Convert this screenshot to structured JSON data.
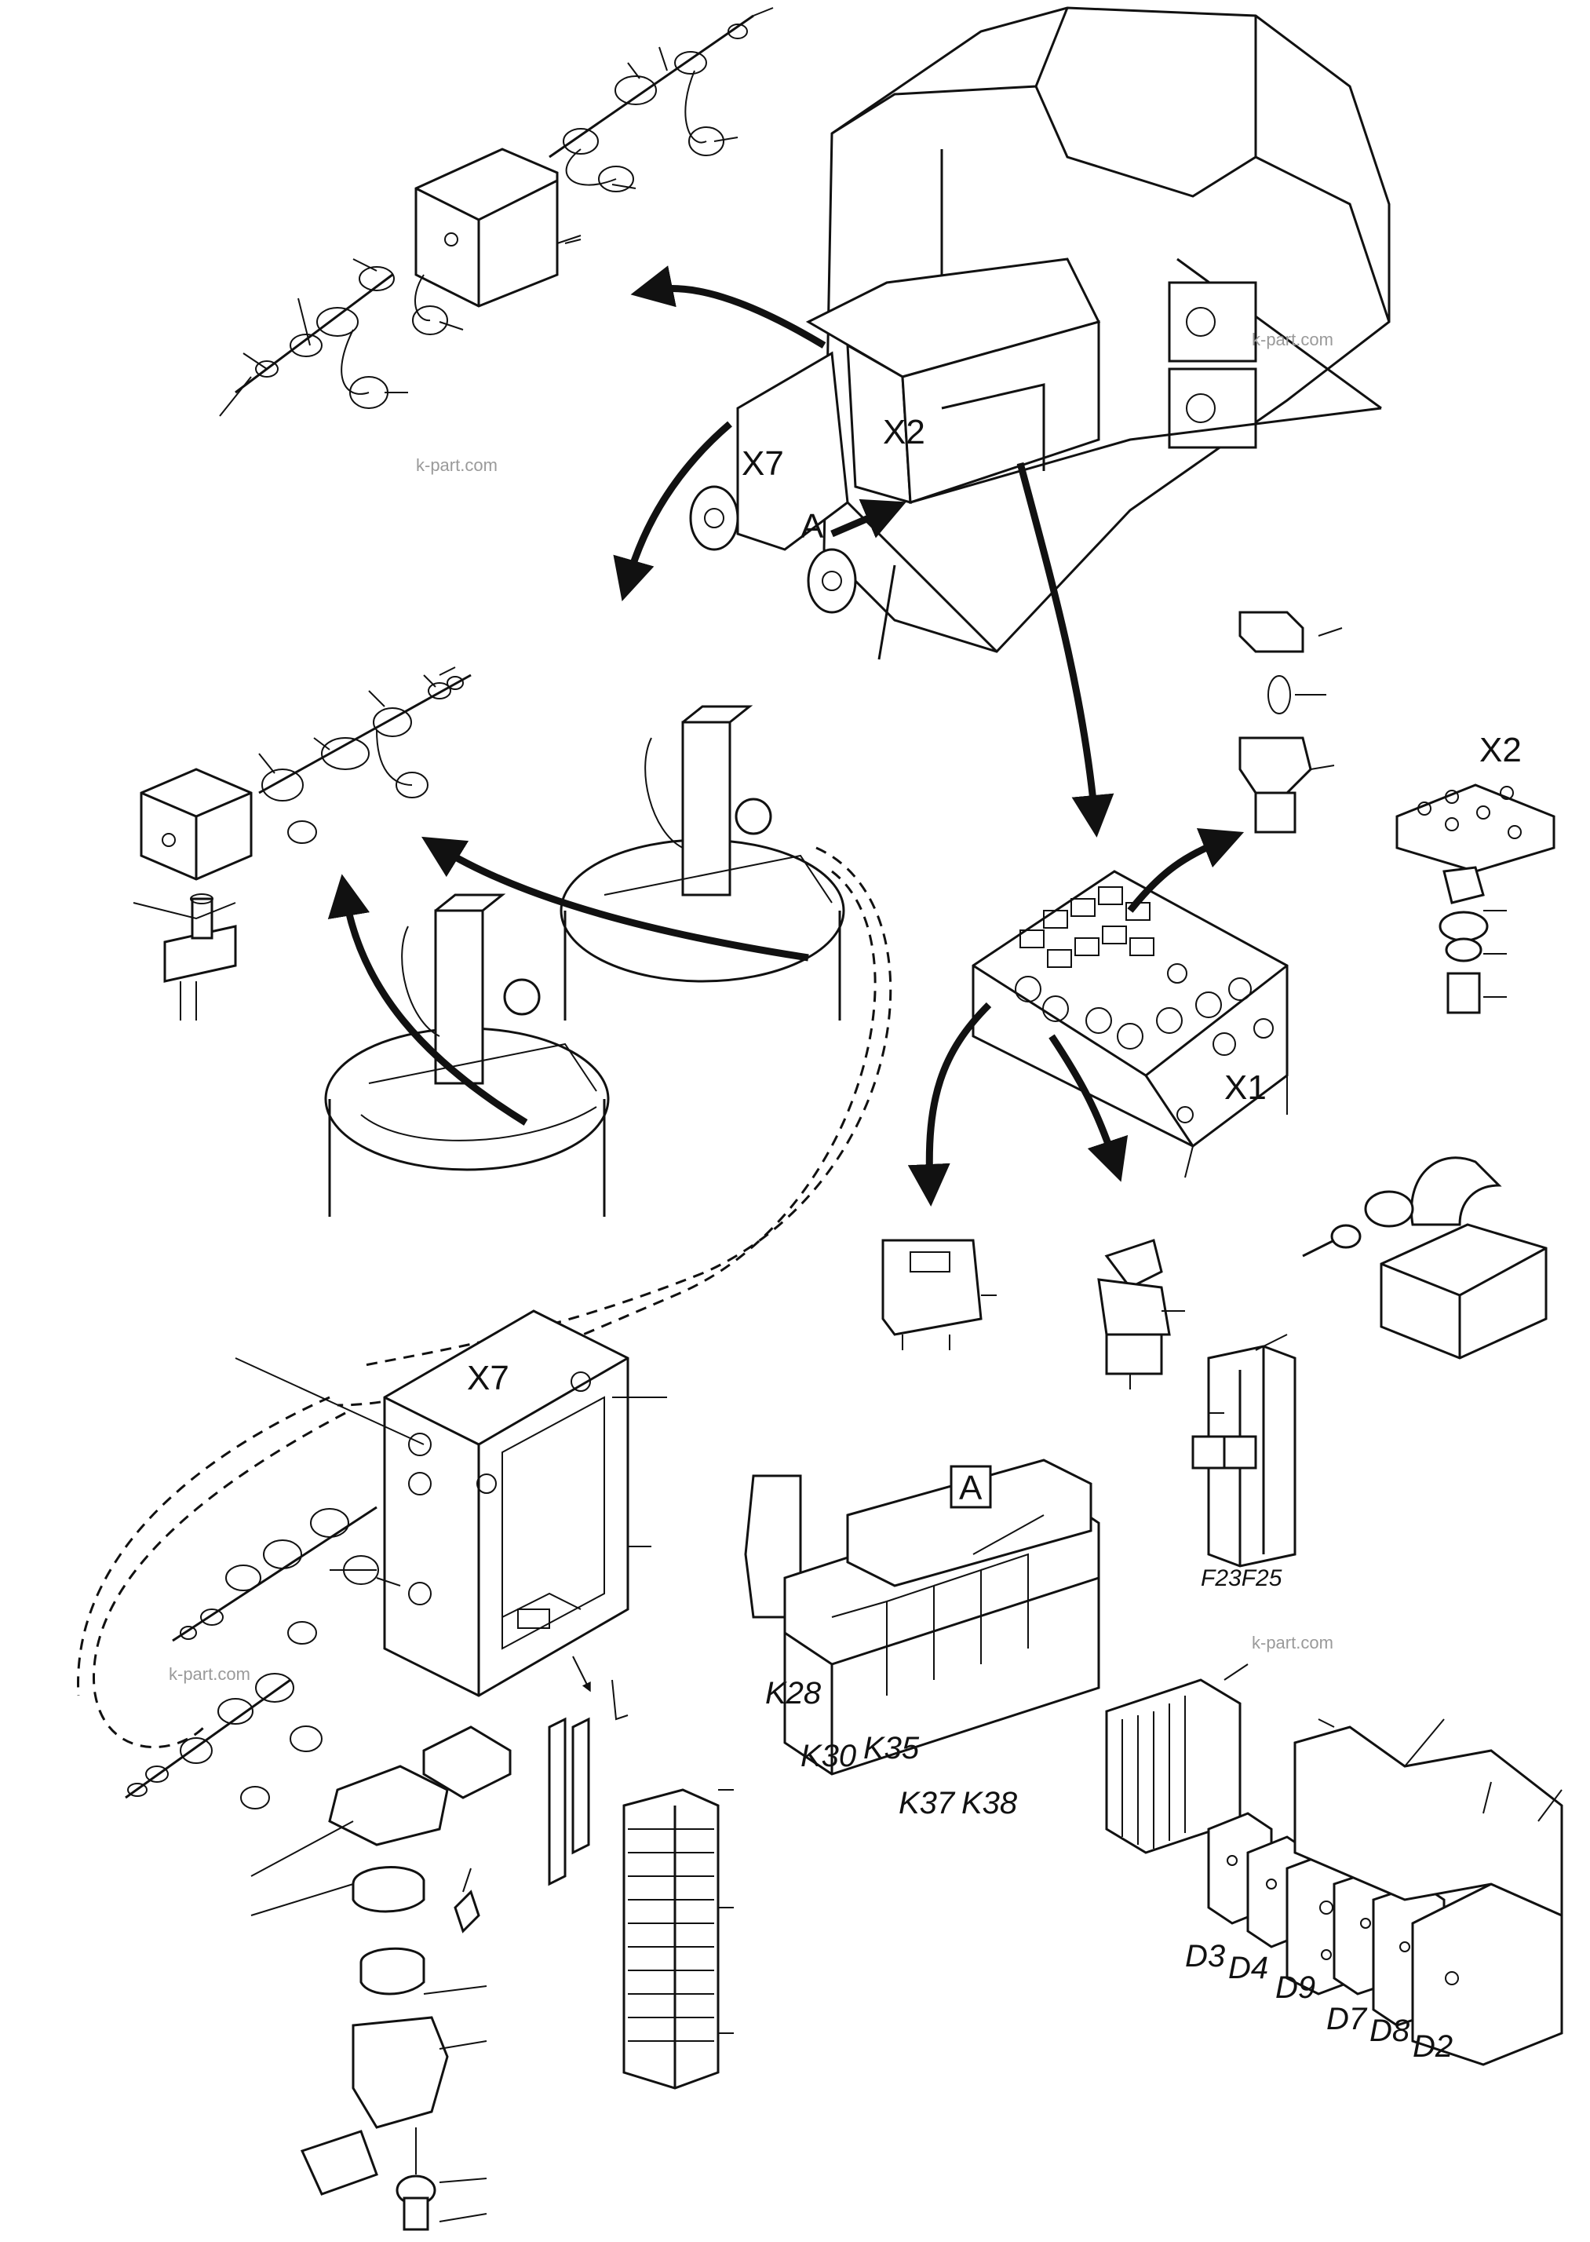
{
  "labels": {
    "x2_top": "X2",
    "x7_top": "X7",
    "a_arrow": "A",
    "x2_side": "X2",
    "x1": "X1",
    "x7_box": "X7",
    "a_boxed": "A",
    "fuse": "F23F25"
  },
  "relays": [
    "K28",
    "K30",
    "K35",
    "K37",
    "K38"
  ],
  "diodes": [
    "D3",
    "D4",
    "D9",
    "D7",
    "D8",
    "D2"
  ],
  "watermark": "k-part.com"
}
